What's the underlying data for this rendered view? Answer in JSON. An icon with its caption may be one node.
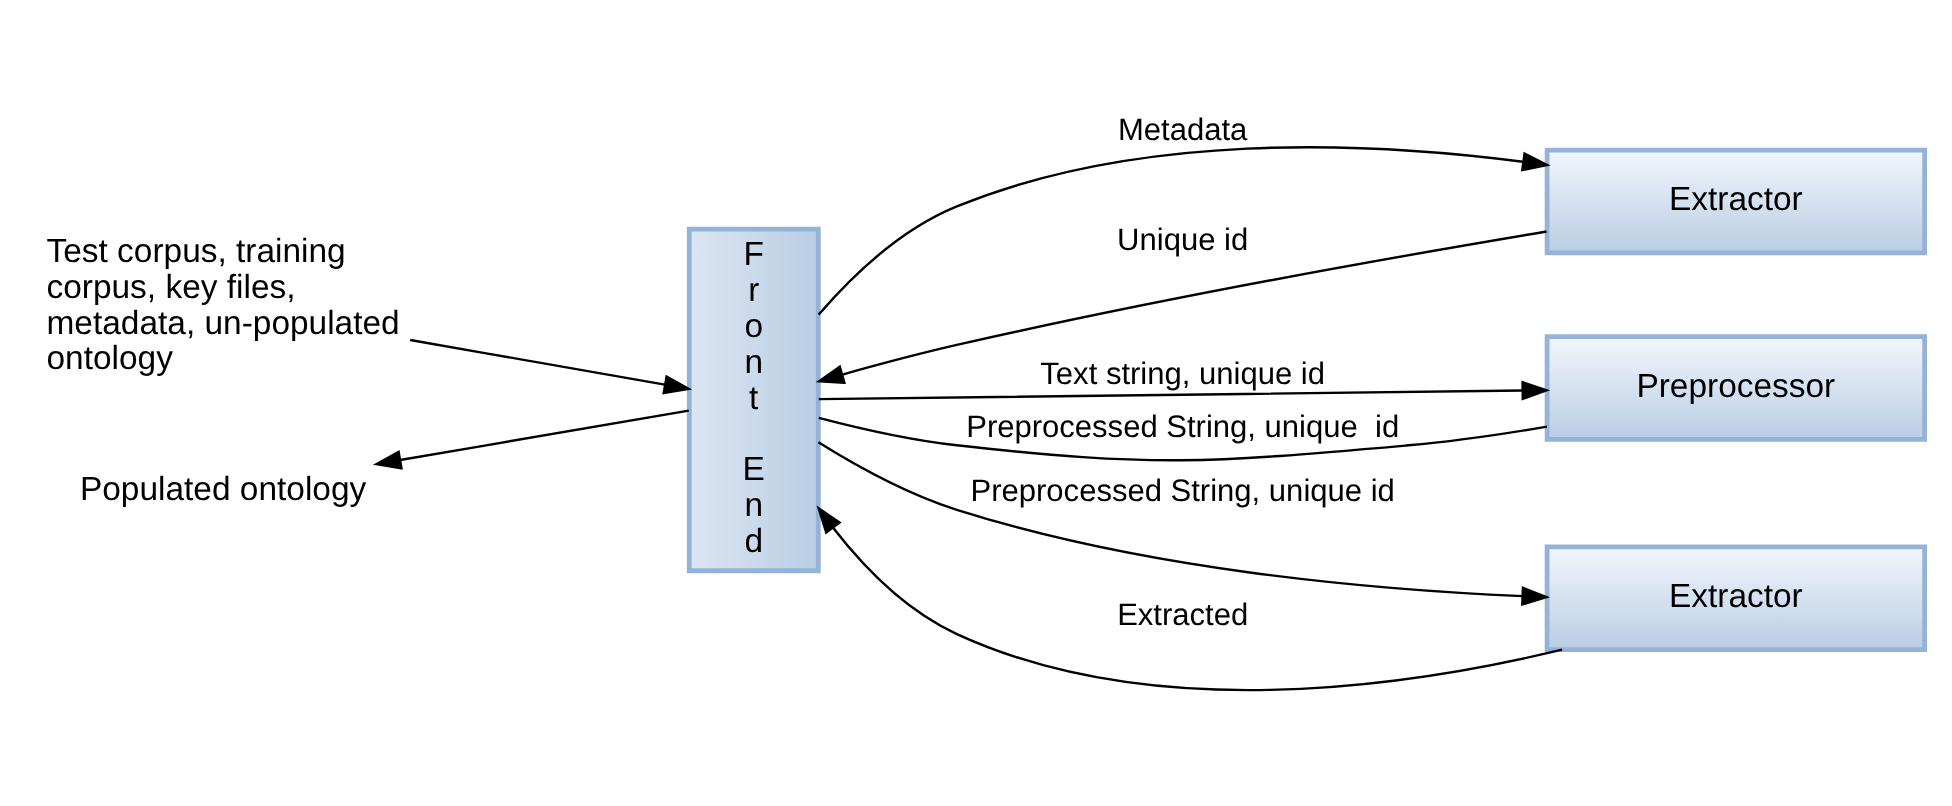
{
  "diagram": {
    "nodes": [
      {
        "text": [
          "Test corpus, training corpus, key files, metadata, un-populated ontology"
        ]
      },
      {
        "text": [
          "Front End"
        ]
      },
      {
        "text": [
          "Extractor"
        ]
      },
      {
        "text": [
          "Preprocessor"
        ]
      },
      {
        "text": [
          "Extractor"
        ]
      },
      {
        "text": [
          "Populated ontology"
        ]
      }
    ],
    "edges": [
      {
        "from": 0,
        "to": 1,
        "arrow": "to"
      },
      {
        "from": 1,
        "to": 2,
        "arrow": "to",
        "label": "Metadata"
      },
      {
        "from": 2,
        "to": 1,
        "arrow": "to",
        "label": "Unique id"
      },
      {
        "from": 1,
        "to": 3,
        "arrow": "to",
        "label": "Text string, unique id"
      },
      {
        "from": 3,
        "to": 1,
        "arrow": "none",
        "label": "Preprocessed String, unique  id"
      },
      {
        "from": 1,
        "to": 4,
        "arrow": "to",
        "label": "Preprocessed String, unique id"
      },
      {
        "from": 4,
        "to": 1,
        "arrow": "to",
        "label": "Extracted"
      },
      {
        "from": 1,
        "to": 5,
        "arrow": "to"
      }
    ]
  }
}
